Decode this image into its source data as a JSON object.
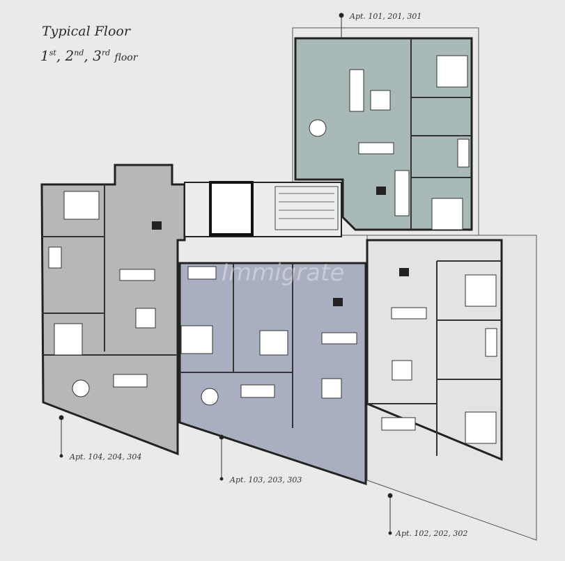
{
  "title": "Typical Floor",
  "floors": {
    "f1": "1",
    "f1_sup": "st",
    "f2": "2",
    "f2_sup": "nd",
    "f3": "3",
    "f3_sup": "rd",
    "word": "floor"
  },
  "apartments": [
    {
      "label": "Apt. 101, 201, 301",
      "color": "#a9b9b7"
    },
    {
      "label": "Apt. 104, 204, 304",
      "color": "#b6b8b5"
    },
    {
      "label": "Apt. 103, 203, 303",
      "color": "#a9afc1"
    },
    {
      "label": "Apt. 102, 202, 302",
      "color": "#e2e3e2"
    }
  ],
  "watermark": "Immigrate"
}
